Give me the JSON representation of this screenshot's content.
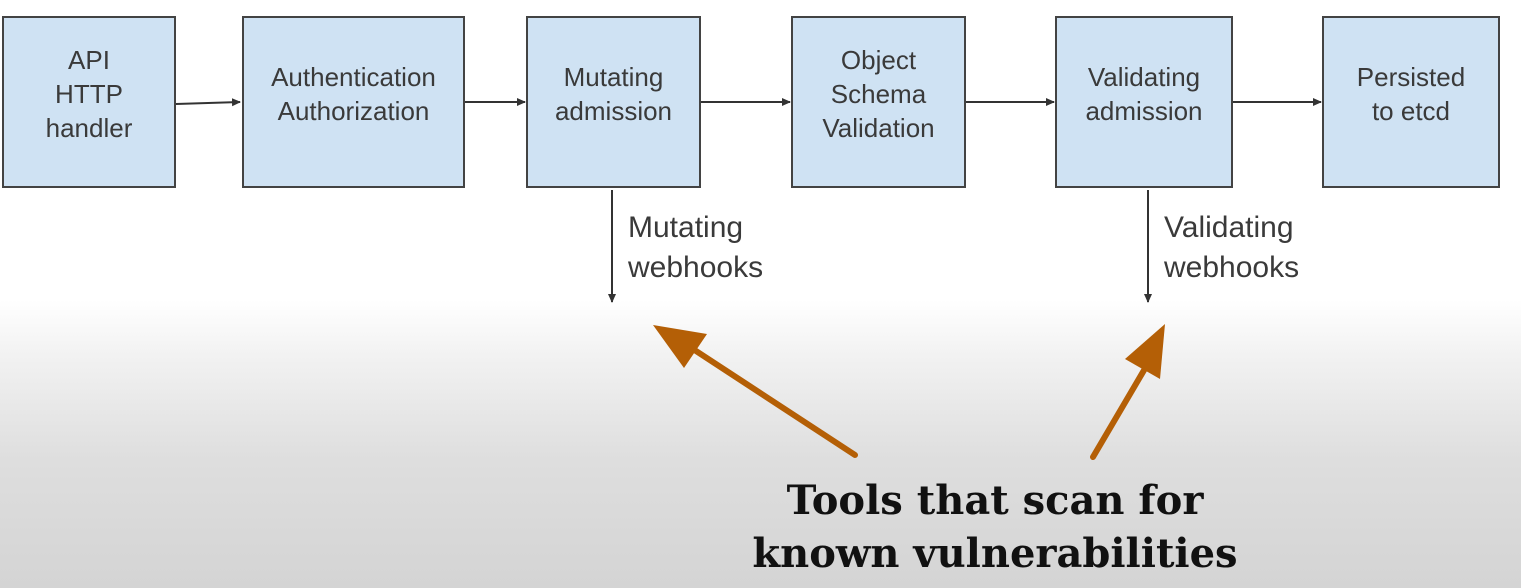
{
  "stages": [
    {
      "id": "api",
      "label": "API\nHTTP\nhandler"
    },
    {
      "id": "auth",
      "label": "Authentication\nAuthorization"
    },
    {
      "id": "mutating",
      "label": "Mutating\nadmission"
    },
    {
      "id": "schema",
      "label": "Object\nSchema\nValidation"
    },
    {
      "id": "validating",
      "label": "Validating\nadmission"
    },
    {
      "id": "persisted",
      "label": "Persisted\nto etcd"
    }
  ],
  "webhooks": {
    "mutating": "Mutating\nwebhooks",
    "validating": "Validating\nwebhooks"
  },
  "callout": {
    "text": "Tools that scan for\nknown vulnerabilities",
    "arrow_color": "#b45f06"
  },
  "colors": {
    "box_fill": "#cfe2f3",
    "box_border": "#434343",
    "connector": "#333333"
  }
}
